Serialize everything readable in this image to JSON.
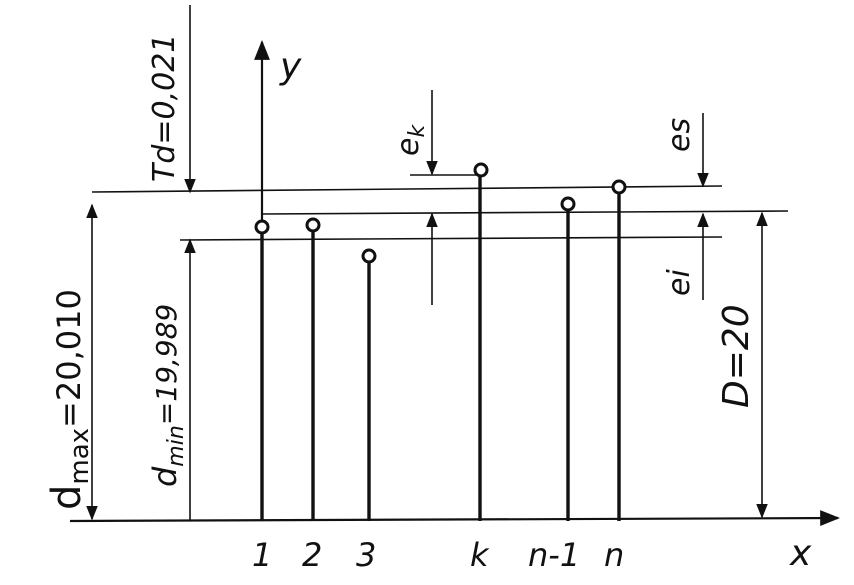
{
  "axes": {
    "x_label": "x",
    "y_label": "y"
  },
  "dimensions": {
    "td": "Td=0,021",
    "dmax_main": "d",
    "dmax_sub": "max",
    "dmax_value": "=20,010",
    "dmin_main": "d",
    "dmin_sub": "min",
    "dmin_value": "=19,989",
    "D": "D=20",
    "es": "es",
    "ei": "ei",
    "ck_main": "e",
    "ck_sub": "k"
  },
  "ticks": [
    "1",
    "2",
    "3",
    "k",
    "n-1",
    "n"
  ]
}
